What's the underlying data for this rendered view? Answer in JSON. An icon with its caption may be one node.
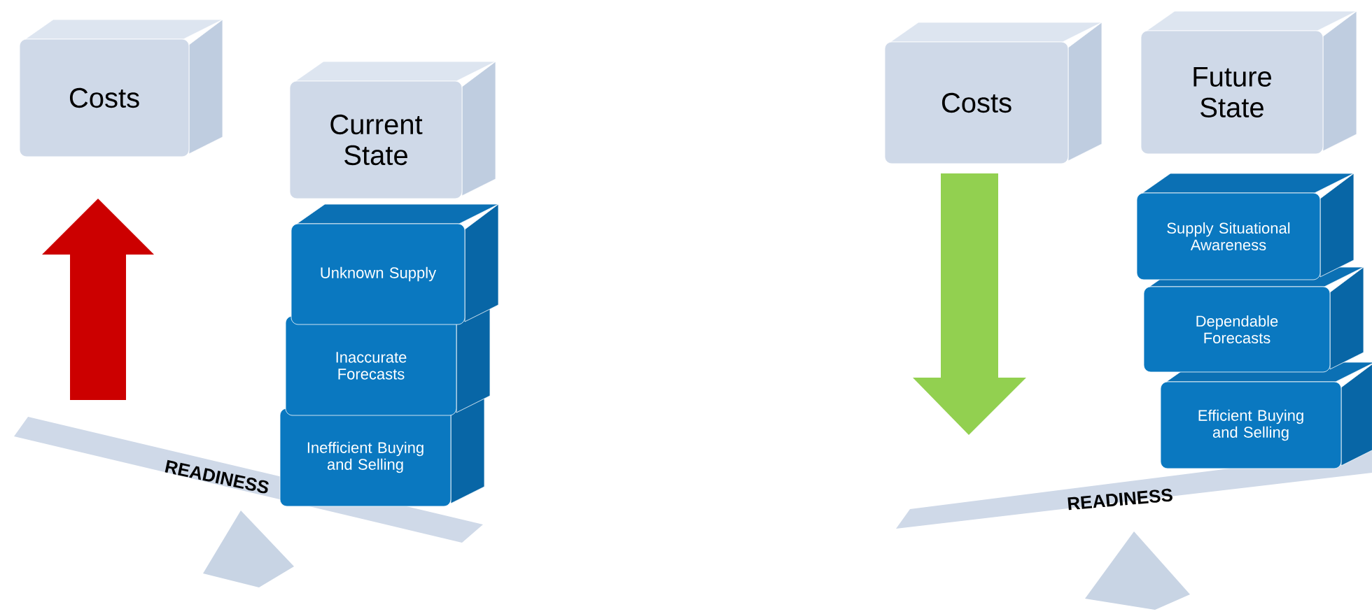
{
  "diagram": {
    "nodes": [
      {
        "text": [
          "Costs"
        ]
      },
      {
        "text": [
          "Current State"
        ]
      },
      {
        "text": [
          "Unknown Supply"
        ]
      },
      {
        "text": [
          "Inaccurate Forecasts"
        ]
      },
      {
        "text": [
          "Inefficient Buying and Selling"
        ]
      },
      {
        "text": [
          "Costs"
        ]
      },
      {
        "text": [
          "Future State"
        ]
      },
      {
        "text": [
          "Supply Situational Awareness"
        ]
      },
      {
        "text": [
          "Dependable Forecasts"
        ]
      },
      {
        "text": [
          "Efficient Buying and Selling"
        ]
      }
    ],
    "labels": [
      "READINESS",
      "READINESS"
    ]
  }
}
